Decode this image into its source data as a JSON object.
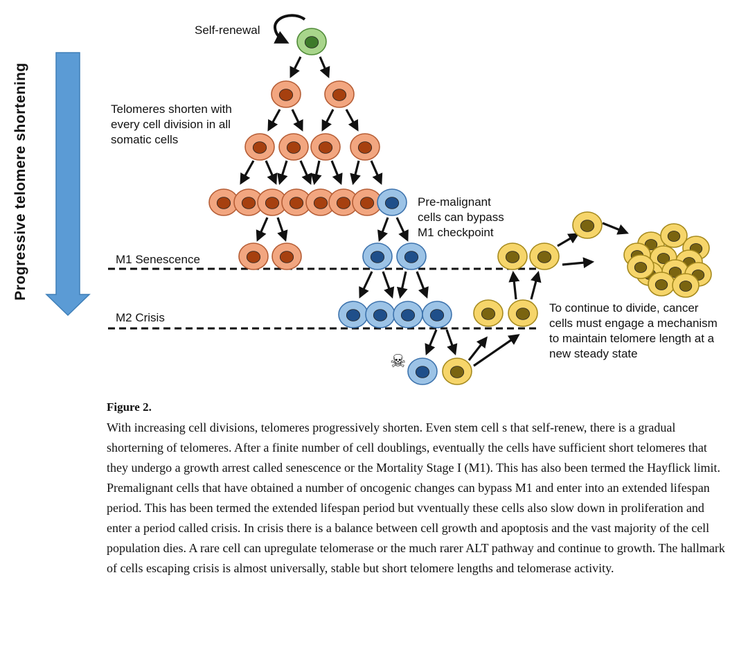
{
  "diagram": {
    "axis_label": "Progressive telomere shortening",
    "self_renewal": "Self-renewal",
    "telomeres_note": [
      "Telomeres shorten with",
      "every cell division in all",
      "somatic cells"
    ],
    "premalignant_note": [
      "Pre-malignant",
      "cells can bypass",
      "M1 checkpoint"
    ],
    "m1_label": "M1 Senescence",
    "m2_label": "M2 Crisis",
    "cancer_note": [
      "To continue to divide, cancer",
      "cells must engage a mechanism",
      "to maintain telomere length at a",
      "new steady state"
    ],
    "death_symbol": "☠",
    "colors": {
      "stem": "#a8d58b",
      "somatic": "#f2a680",
      "premalignant": "#9cc3e6",
      "immortal": "#f6d56a",
      "arrow_bar": "#5b9bd5"
    }
  },
  "caption": {
    "title": "Figure 2.",
    "body": "With increasing cell divisions, telomeres progressively shorten. Even stem cell s that self-renew, there is a gradual shorterning of telomeres. After a finite number of cell doublings, eventually the cells have sufficient short telomeres that they undergo a growth arrest called senescence or the Mortality Stage I (M1). This has also been termed the Hayflick limit. Premalignant cells that have obtained a number of oncogenic changes can bypass M1 and enter into an extended lifespan period. This has been termed the extended lifespan period but vventually these cells also slow down in proliferation and enter a period called crisis. In crisis there is a balance between cell growth and apoptosis and the vast majority of the cell population dies. A rare cell can upregulate telomerase or the much rarer ALT pathway and continue to growth. The hallmark of cells escaping crisis is almost universally, stable but short telomere lengths and telomerase activity."
  }
}
